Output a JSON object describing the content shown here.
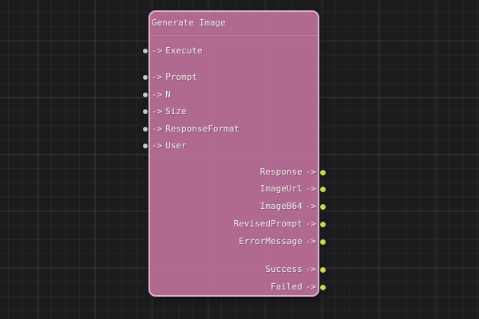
{
  "node": {
    "title": "Generate Image",
    "inputs": [
      {
        "label": "Execute"
      },
      {
        "label": "Prompt"
      },
      {
        "label": "N"
      },
      {
        "label": "Size"
      },
      {
        "label": "ResponseFormat"
      },
      {
        "label": "User"
      }
    ],
    "outputs": [
      {
        "label": "Response"
      },
      {
        "label": "ImageUrl"
      },
      {
        "label": "ImageB64"
      },
      {
        "label": "RevisedPrompt"
      },
      {
        "label": "ErrorMessage"
      },
      {
        "label": "Success"
      },
      {
        "label": "Failed"
      }
    ],
    "colors": {
      "canvas_bg": "#1c1c1e",
      "body": "rgba(188,112,152,0.93)",
      "border": "#dfb5ce",
      "input_pin": "#c8c8c8",
      "output_pin": "#d2d155",
      "text": "#f0f0f0"
    }
  },
  "pins": {
    "input_arrow": "->",
    "output_arrow": "->"
  }
}
